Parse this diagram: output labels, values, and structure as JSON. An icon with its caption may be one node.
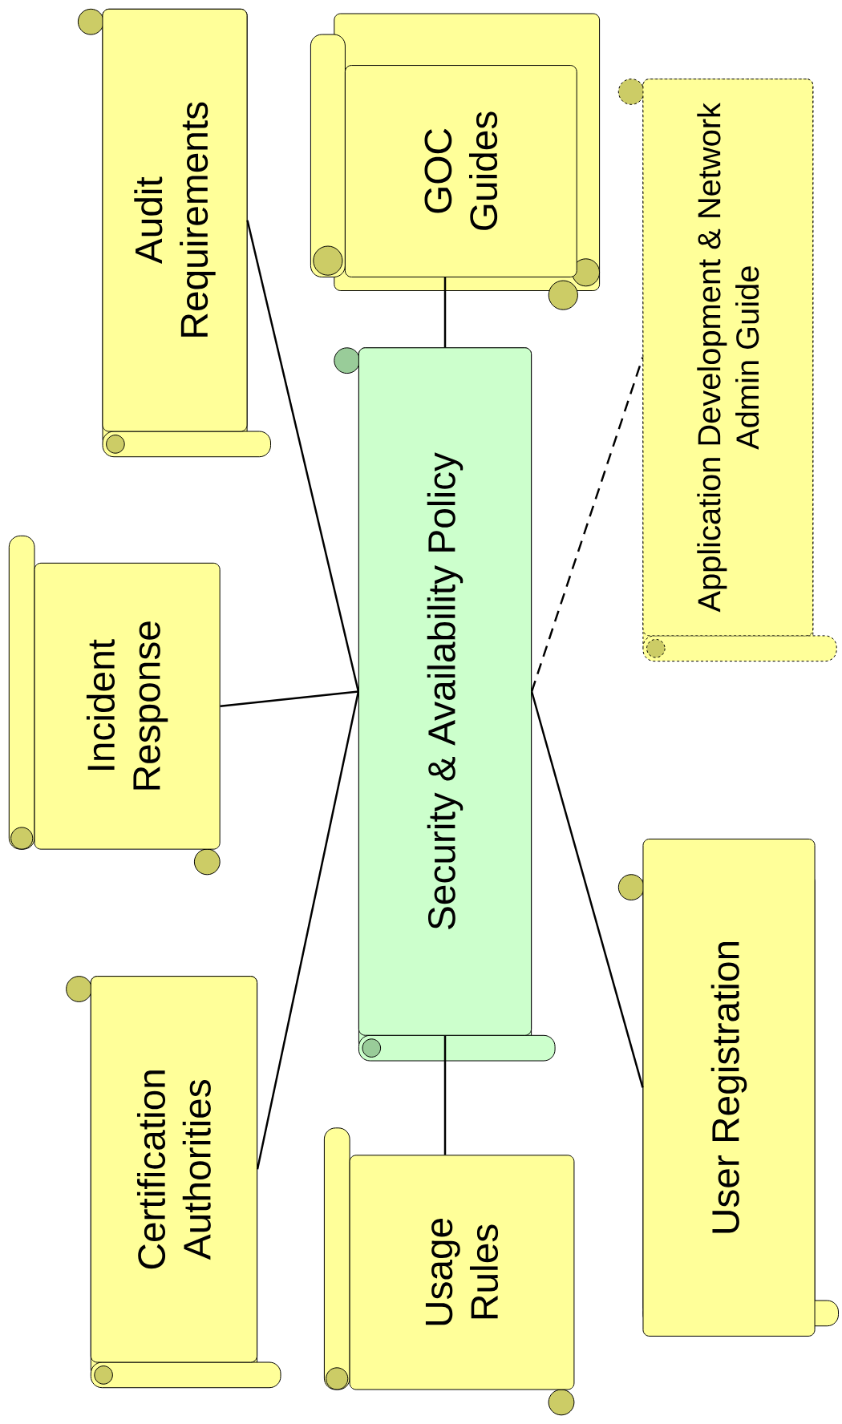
{
  "diagram": {
    "nodes": [
      {
        "text": [
          "Security & Availability Policy"
        ]
      },
      {
        "text": [
          "Audit Requirements"
        ]
      },
      {
        "text": [
          "GOC Guides"
        ]
      },
      {
        "text": [
          "Application Development & Network Admin Guide"
        ]
      },
      {
        "text": [
          "Incident Response"
        ]
      },
      {
        "text": [
          "Certification Authorities"
        ]
      },
      {
        "text": [
          "Usage Rules"
        ]
      },
      {
        "text": [
          "User Registration"
        ]
      }
    ],
    "edges": [
      {
        "from": 0,
        "to": 1,
        "arrow": "none"
      },
      {
        "from": 0,
        "to": 2,
        "arrow": "none"
      },
      {
        "from": 0,
        "to": 3,
        "arrow": "none",
        "style": "dashed"
      },
      {
        "from": 0,
        "to": 4,
        "arrow": "none"
      },
      {
        "from": 0,
        "to": 5,
        "arrow": "none"
      },
      {
        "from": 0,
        "to": 6,
        "arrow": "none"
      },
      {
        "from": 0,
        "to": 7,
        "arrow": "none"
      }
    ]
  }
}
